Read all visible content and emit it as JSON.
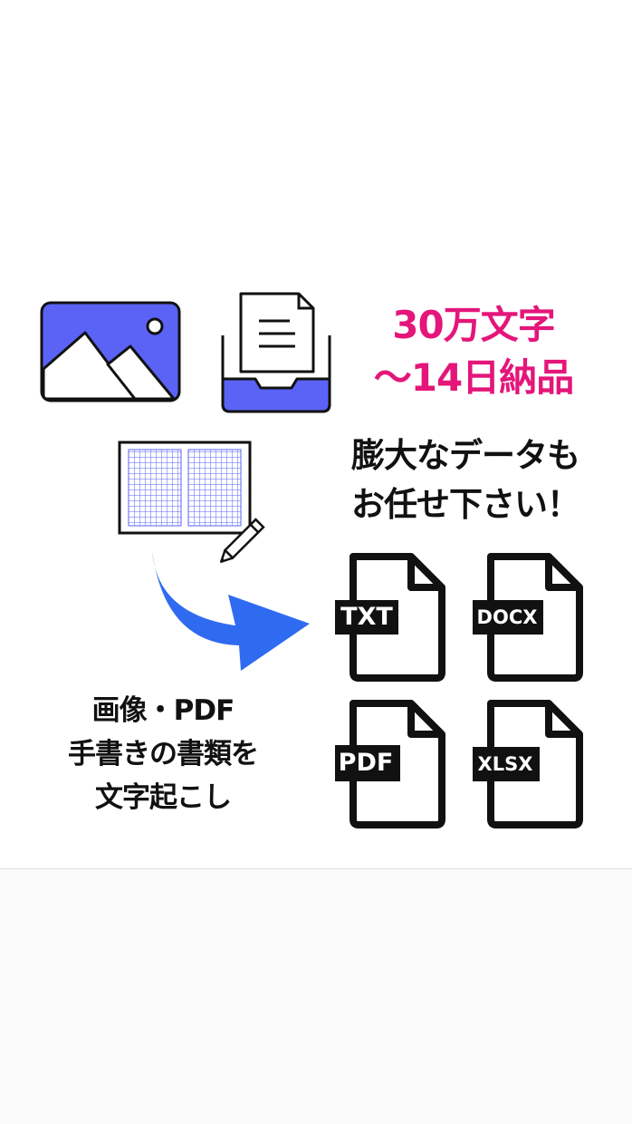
{
  "headline": {
    "line1": "30万文字",
    "line2": "〜14日納品"
  },
  "subheadline": {
    "line1": "膨大なデータも",
    "line2": "お任せ下さい！"
  },
  "description": {
    "line1": "画像・PDF",
    "line2": "手書きの書類を",
    "line3": "文字起こし"
  },
  "file_formats": [
    "TXT",
    "DOCX",
    "PDF",
    "XLSX"
  ],
  "icons": [
    "image-icon",
    "document-tray-icon",
    "grid-paper-icon",
    "pencil-icon",
    "arrow-icon",
    "file-icon"
  ],
  "colors": {
    "accent_pink": "#e4167a",
    "icon_blue": "#5a63f5",
    "arrow_blue": "#2f6bf0",
    "text_black": "#111111"
  }
}
